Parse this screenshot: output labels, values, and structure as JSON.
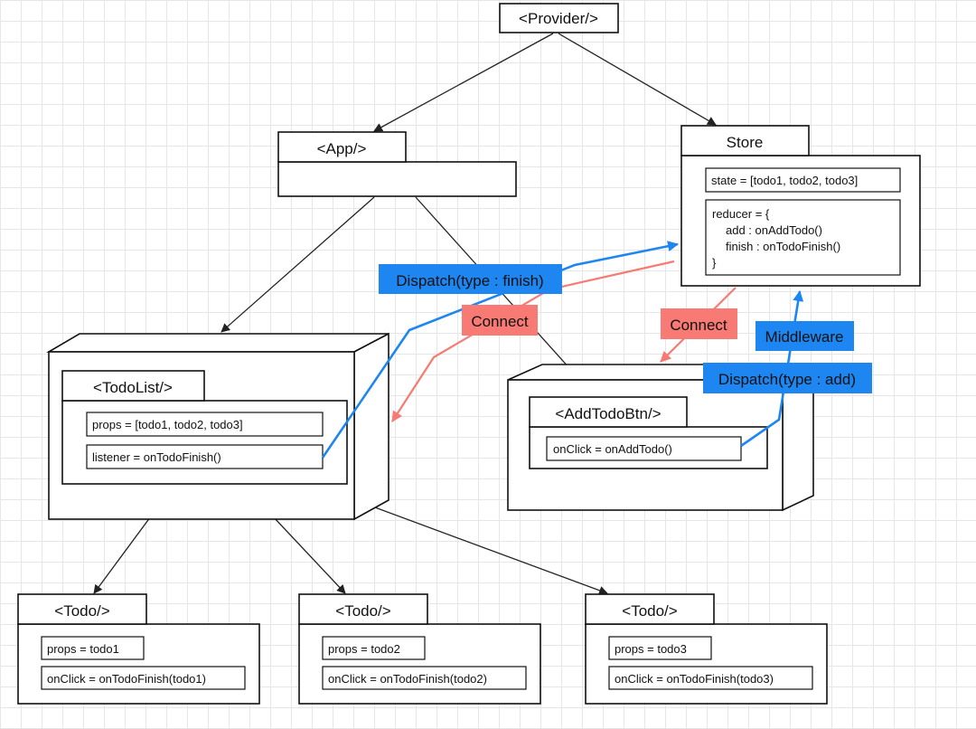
{
  "provider": {
    "title": "<Provider/>"
  },
  "app": {
    "title": "<App/>"
  },
  "store": {
    "title": "Store",
    "state": "state = [todo1, todo2, todo3]",
    "reducer_lines": [
      "reducer = {",
      "add : onAddTodo()",
      "finish : onTodoFinish()",
      "}"
    ]
  },
  "todolist": {
    "title": "<TodoList/>",
    "props": "props = [todo1, todo2, todo3]",
    "listener": "listener = onTodoFinish()"
  },
  "addtodobtn": {
    "title": "<AddTodoBtn/>",
    "onclick": "onClick = onAddTodo()"
  },
  "todos": [
    {
      "title": "<Todo/>",
      "props": "props = todo1",
      "onclick": "onClick = onTodoFinish(todo1)"
    },
    {
      "title": "<Todo/>",
      "props": "props = todo2",
      "onclick": "onClick = onTodoFinish(todo2)"
    },
    {
      "title": "<Todo/>",
      "props": "props = todo3",
      "onclick": "onClick = onTodoFinish(todo3)"
    }
  ],
  "labels": {
    "dispatch_finish": "Dispatch(type : finish)",
    "connect_left": "Connect",
    "connect_right": "Connect",
    "middleware": "Middleware",
    "dispatch_add": "Dispatch(type : add)"
  },
  "colors": {
    "blue": "#1d86f0",
    "red": "#f77a74",
    "line": "#222222"
  }
}
